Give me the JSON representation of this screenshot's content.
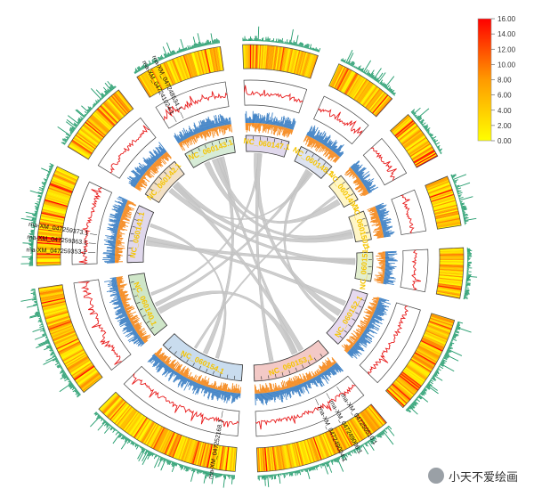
{
  "chart_data": {
    "type": "circos",
    "chromosomes": [
      {
        "id": "NC_060147.1",
        "length": 600,
        "band_color": "#e0d8ec"
      },
      {
        "id": "NC_060148.1",
        "length": 500,
        "band_color": "#dde3f1"
      },
      {
        "id": "NC_060149.1",
        "length": 400,
        "band_color": "#fff6c6"
      },
      {
        "id": "NC_060150.1",
        "length": 400,
        "band_color": "#fff6c6"
      },
      {
        "id": "NC_060151.1",
        "length": 400,
        "band_color": "#e3efcf"
      },
      {
        "id": "NC_060152.1",
        "length": 800,
        "band_color": "#e6d9ef"
      },
      {
        "id": "NC_060153.1",
        "length": 1100,
        "band_color": "#f3c9c6"
      },
      {
        "id": "NC_060154.1",
        "length": 1200,
        "band_color": "#c9dcee"
      },
      {
        "id": "NC_060140.1",
        "length": 900,
        "band_color": "#cfe6c8"
      },
      {
        "id": "NC_060141.1",
        "length": 800,
        "band_color": "#e0d8ec"
      },
      {
        "id": "NC_060142.1",
        "length": 600,
        "band_color": "#f2e0c6"
      },
      {
        "id": "NC_060143.1",
        "length": 700,
        "band_color": "#d7ecd7"
      }
    ],
    "tracks": [
      "chromosome ideogram with position ticks",
      "gene density (orange/blue histogram)",
      "line plot (red)",
      "heatmap",
      "histogram (green)"
    ],
    "heatmap_scale": {
      "min": 0.0,
      "max": 16.0,
      "colors": [
        "#ffff00",
        "#ff9a00",
        "#ff0000"
      ],
      "tick_labels": [
        "0.00",
        "2.00",
        "4.00",
        "6.00",
        "8.00",
        "10.00",
        "12.00",
        "14.00",
        "16.00"
      ]
    },
    "gene_labels": [
      {
        "text": "rna-XM_047241024.1",
        "chr": "NC_060143.1"
      },
      {
        "text": "rna-XM_047248534.1",
        "chr": "NC_060143.1"
      },
      {
        "text": "rna-XM_047250510.1",
        "chr": "NC_060153.1"
      },
      {
        "text": "rna-XM_047249006.1",
        "chr": "NC_060153.1"
      },
      {
        "text": "rna-XM_047249004.1",
        "chr": "NC_060153.1"
      },
      {
        "text": "rna-XM_047252168.1",
        "chr": "NC_060154.1"
      },
      {
        "text": "rna-XM_047259353.1",
        "chr": "NC_060141.1"
      },
      {
        "text": "rna-XM_047259363.1",
        "chr": "NC_060141.1"
      },
      {
        "text": "rna-XM_047259373.1",
        "chr": "NC_060141.1"
      }
    ],
    "links": [
      [
        "NC_060143.1",
        "NC_060154.1"
      ],
      [
        "NC_060143.1",
        "NC_060153.1"
      ],
      [
        "NC_060143.1",
        "NC_060150.1"
      ],
      [
        "NC_060148.1",
        "NC_060140.1"
      ],
      [
        "NC_060148.1",
        "NC_060142.1"
      ],
      [
        "NC_060149.1",
        "NC_060154.1"
      ],
      [
        "NC_060150.1",
        "NC_060142.1"
      ],
      [
        "NC_060151.1",
        "NC_060141.1"
      ],
      [
        "NC_060152.1",
        "NC_060141.1"
      ],
      [
        "NC_060152.1",
        "NC_060147.1"
      ],
      [
        "NC_060153.1",
        "NC_060142.1"
      ],
      [
        "NC_060153.1",
        "NC_060140.1"
      ],
      [
        "NC_060154.1",
        "NC_060141.1"
      ],
      [
        "NC_060140.1",
        "NC_060147.1"
      ],
      [
        "NC_060142.1",
        "NC_060151.1"
      ],
      [
        "NC_060147.1",
        "NC_060153.1"
      ],
      [
        "NC_060149.1",
        "NC_060143.1"
      ],
      [
        "NC_060148.1",
        "NC_060152.1"
      ]
    ]
  },
  "watermark": {
    "text": "小天不爱绘画",
    "icon": "wechat-icon"
  }
}
